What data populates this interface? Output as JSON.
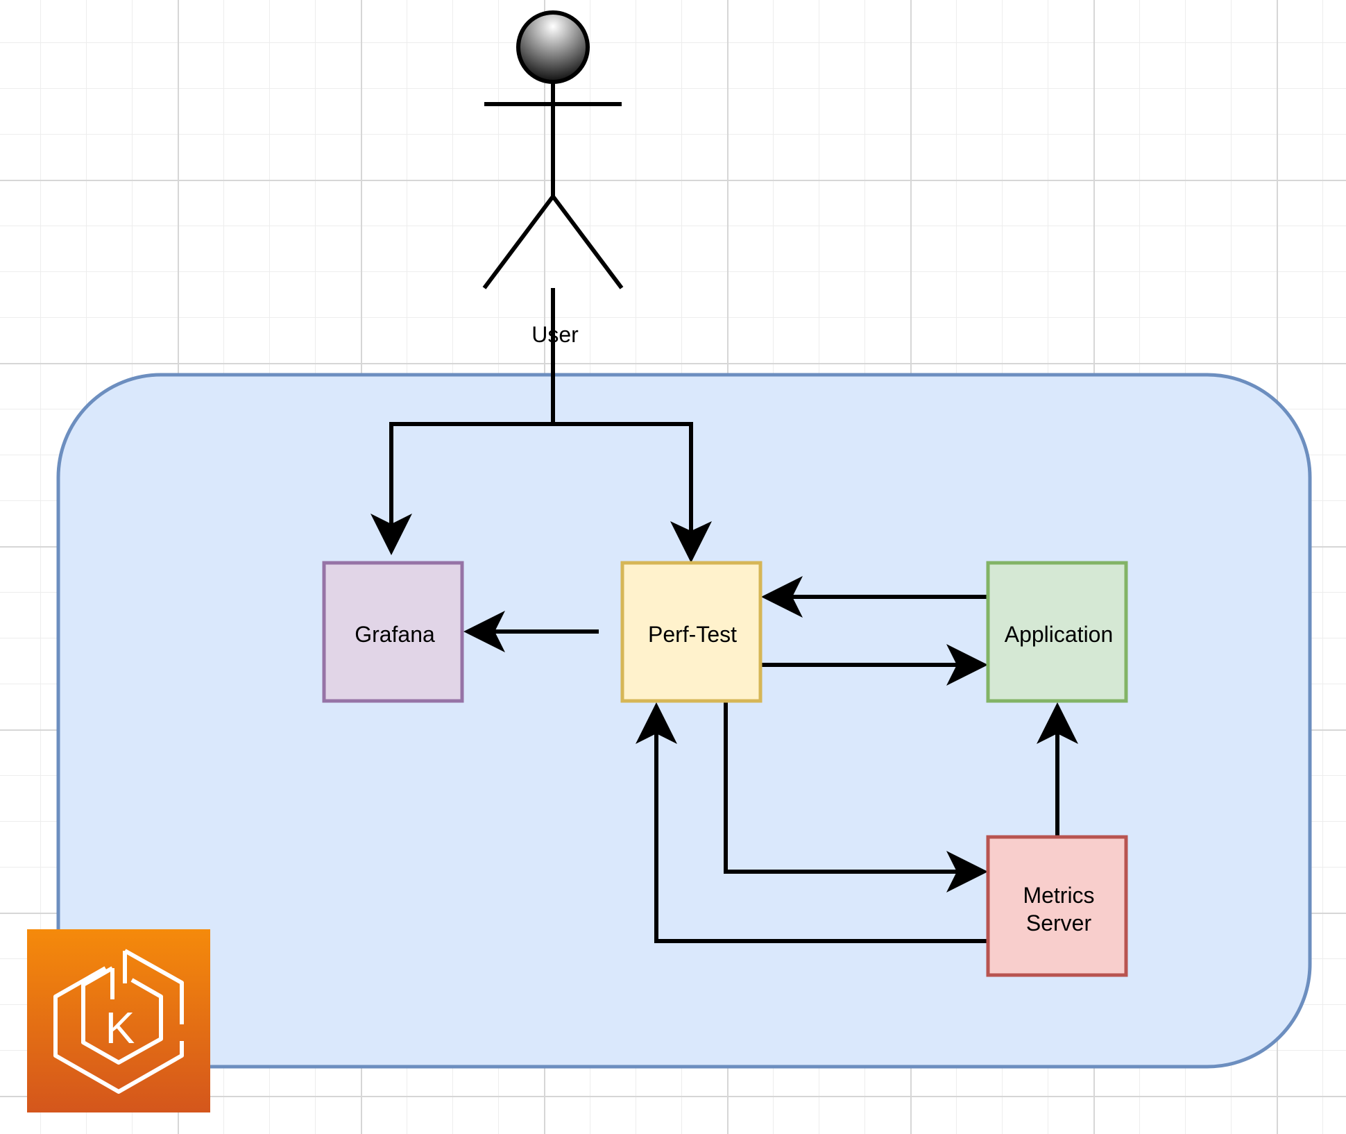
{
  "diagram": {
    "actor": {
      "label": "User"
    },
    "cluster": {
      "fill": "#dae8fc",
      "stroke": "#6c8ebf",
      "icon": {
        "name": "kubernetes-eks-icon",
        "letter": "K",
        "gradient_top": "#f58a0b",
        "gradient_bottom": "#d4561c"
      }
    },
    "nodes": {
      "grafana": {
        "label": "Grafana",
        "fill": "#e1d5e7",
        "stroke": "#9673a6"
      },
      "perf_test": {
        "label": "Perf-Test",
        "fill": "#fff2cc",
        "stroke": "#d6b656"
      },
      "application": {
        "label": "Application",
        "fill": "#d5e8d4",
        "stroke": "#82b366"
      },
      "metrics_server": {
        "label_line1": "Metrics",
        "label_line2": "Server",
        "fill": "#f8cecc",
        "stroke": "#b85450"
      }
    },
    "edges": [
      {
        "from": "User",
        "to": "Grafana"
      },
      {
        "from": "User",
        "to": "Perf-Test"
      },
      {
        "from": "Perf-Test",
        "to": "Grafana"
      },
      {
        "from": "Application",
        "to": "Perf-Test"
      },
      {
        "from": "Perf-Test",
        "to": "Application"
      },
      {
        "from": "Perf-Test",
        "to": "Metrics Server"
      },
      {
        "from": "Metrics Server",
        "to": "Perf-Test"
      },
      {
        "from": "Metrics Server",
        "to": "Application"
      }
    ]
  }
}
